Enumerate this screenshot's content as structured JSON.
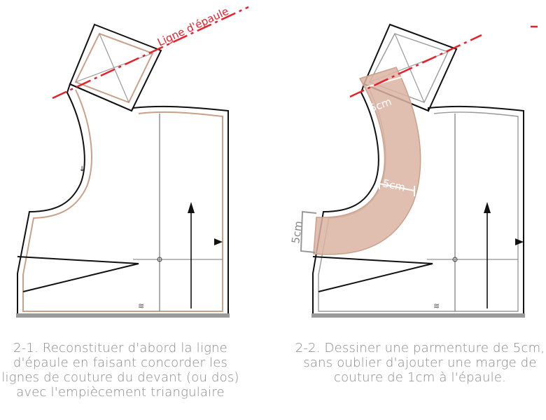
{
  "diagram": {
    "left_panel": {
      "shoulder_line_label": "Ligne d'épaule",
      "caption": "2-1. Reconstituer d'abord la ligne d'épaule en faisant concorder les lignes de couture du devant (ou dos) avec l'empiècement triangulaire"
    },
    "right_panel": {
      "facing_width_label_top": "5cm",
      "facing_width_label_middle": "5cm",
      "facing_width_label_bottom": "5cm",
      "caption": "2-2. Dessiner une parmenture de 5cm, sans oublier d'ajouter une marge de couture de 1cm à l'épaule."
    },
    "colors": {
      "outline": "#111111",
      "seam_allowance": "#c9a08a",
      "shoulder_line": "#e8202a",
      "facing_fill": "#dcb4a2",
      "hem_band": "#9a9a9a",
      "grain_line": "#888888",
      "caption_text": "#8a8a8a"
    }
  }
}
